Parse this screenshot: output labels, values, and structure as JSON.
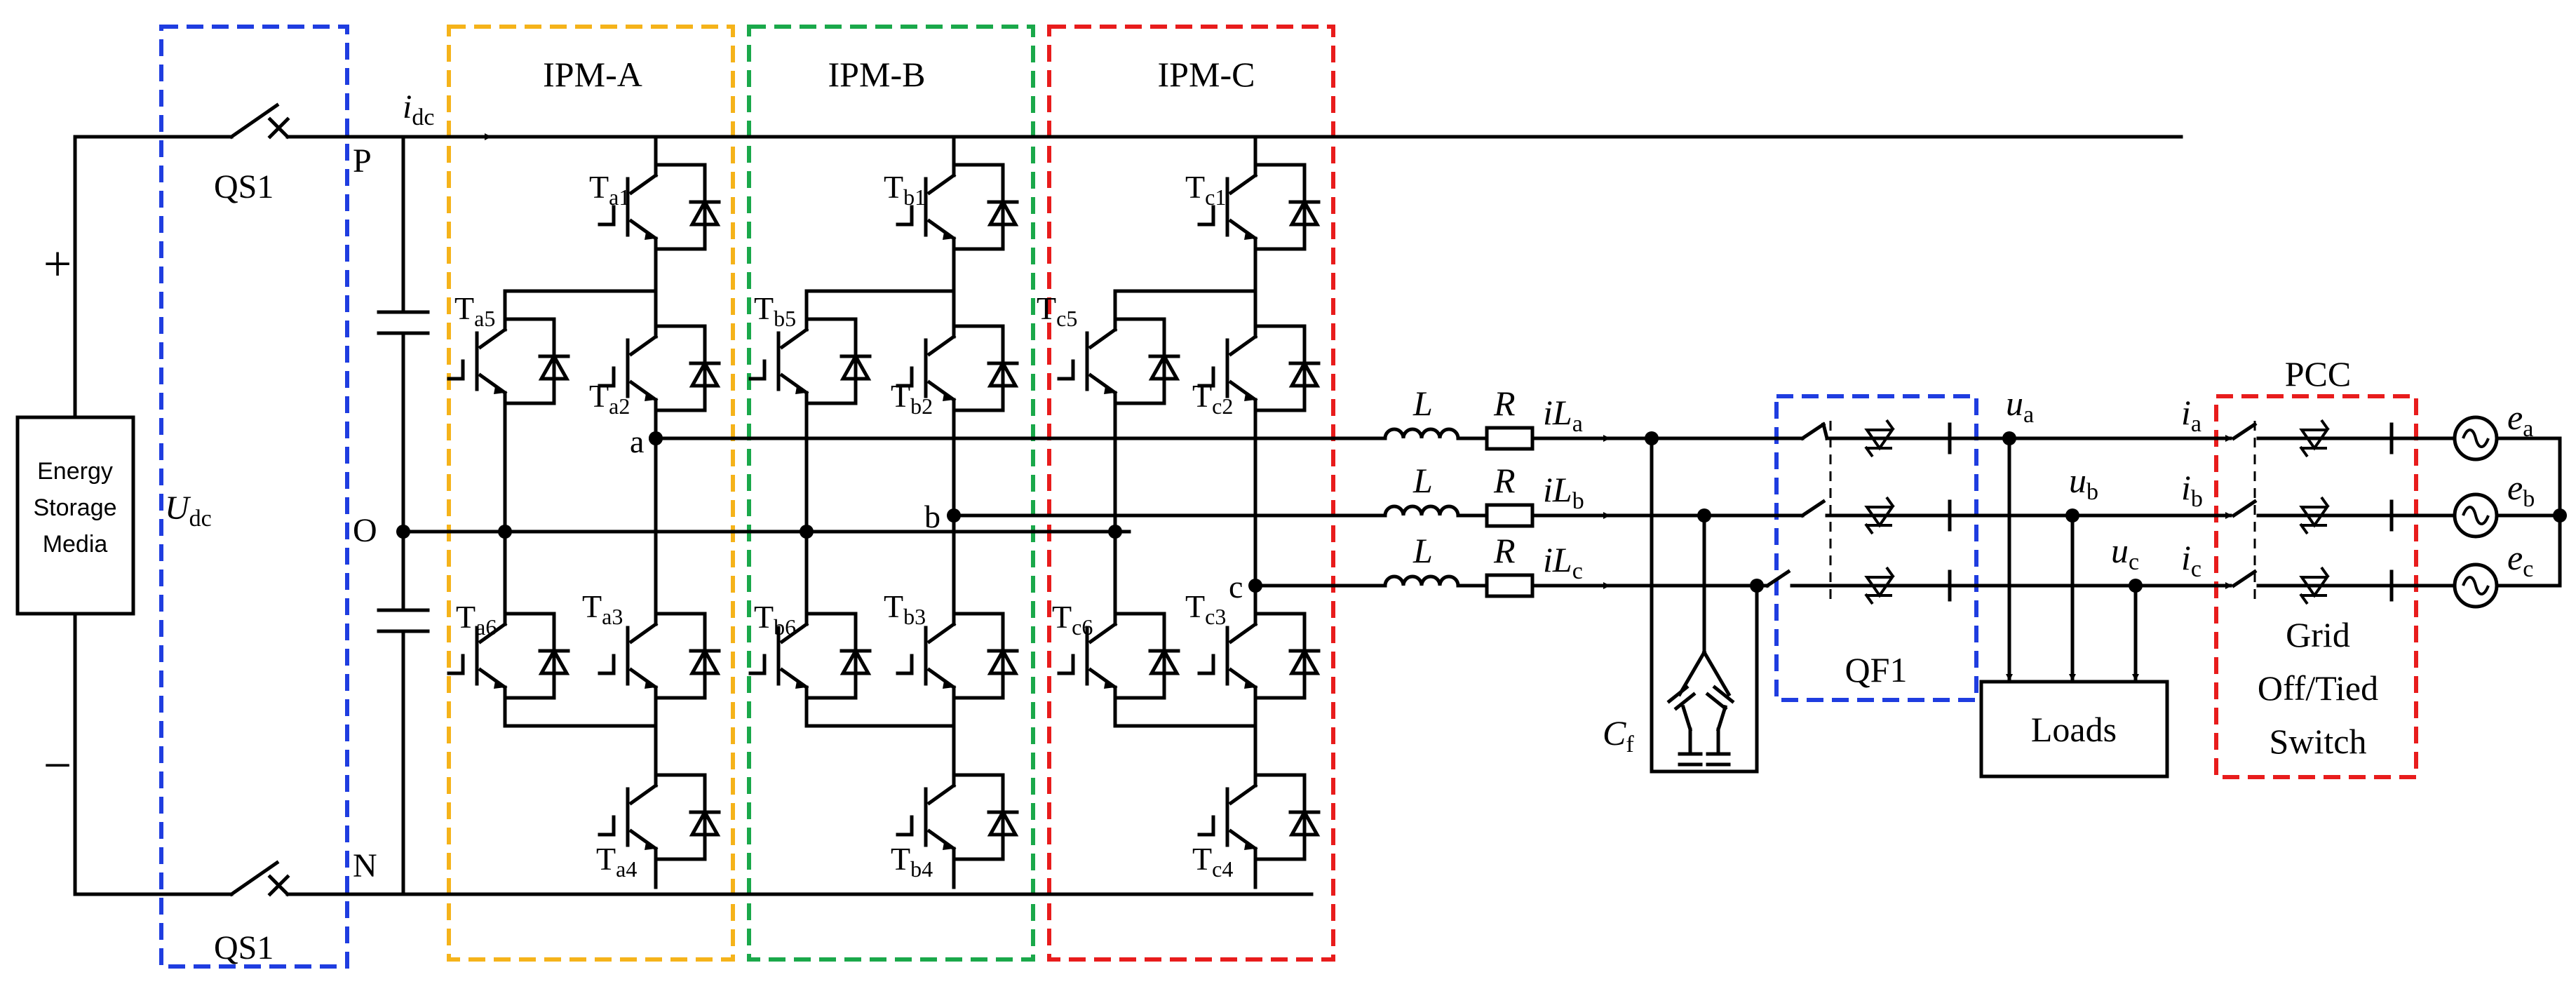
{
  "colors": {
    "qs_box": "#1f3de0",
    "ipm_a": "#f5b31a",
    "ipm_b": "#1aa84a",
    "ipm_c": "#e81c1c",
    "qf_box": "#1f3de0",
    "pcc_box": "#e81c1c",
    "wire": "#000000"
  },
  "source": {
    "plus": "+",
    "minus": "−",
    "line1": "Energy",
    "line2": "Storage",
    "line3": "Media"
  },
  "dc": {
    "udc_main": "U",
    "udc_sub": "dc",
    "idc_main": "i",
    "idc_sub": "dc",
    "P": "P",
    "O": "O",
    "N": "N",
    "qs_top": "QS1",
    "qs_bottom": "QS1"
  },
  "modules": {
    "a": "IPM-A",
    "b": "IPM-B",
    "c": "IPM-C"
  },
  "switches": {
    "ta1": "a1",
    "ta2": "a2",
    "ta3": "a3",
    "ta4": "a4",
    "ta5": "a5",
    "ta6": "a6",
    "tb1": "b1",
    "tb2": "b2",
    "tb3": "b3",
    "tb4": "b4",
    "tb5": "b5",
    "tb6": "b6",
    "tc1": "c1",
    "tc2": "c2",
    "tc3": "c3",
    "tc4": "c4",
    "tc5": "c5",
    "tc6": "c6",
    "T": "T"
  },
  "phases": {
    "a": "a",
    "b": "b",
    "c": "c"
  },
  "filter": {
    "L": "L",
    "R": "R",
    "iL": "iL",
    "sub_a": "a",
    "sub_b": "b",
    "sub_c": "c",
    "cf_main": "C",
    "cf_sub": "f"
  },
  "breaker": {
    "qf1": "QF1"
  },
  "loads": {
    "label": "Loads",
    "u": "u",
    "ua_sub": "a",
    "ub_sub": "b",
    "uc_sub": "c",
    "i": "i",
    "ia_sub": "a",
    "ib_sub": "b",
    "ic_sub": "c"
  },
  "grid": {
    "pcc": "PCC",
    "line1": "Grid",
    "line2": "Off/Tied",
    "line3": "Switch",
    "e": "e",
    "ea_sub": "a",
    "eb_sub": "b",
    "ec_sub": "c"
  }
}
